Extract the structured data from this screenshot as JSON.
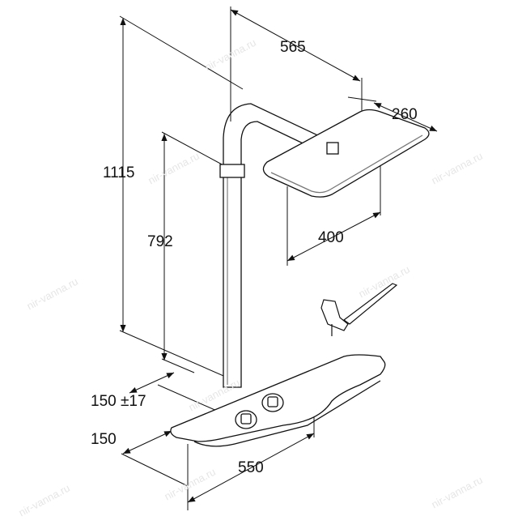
{
  "dimensions": {
    "total_height": "1115",
    "arm_height": "792",
    "arm_projection": "565",
    "head_depth": "260",
    "head_width": "400",
    "wall_distance": "150 ±17",
    "shelf_depth": "150",
    "shelf_width": "550"
  },
  "watermark": "nir-vanna.ru"
}
